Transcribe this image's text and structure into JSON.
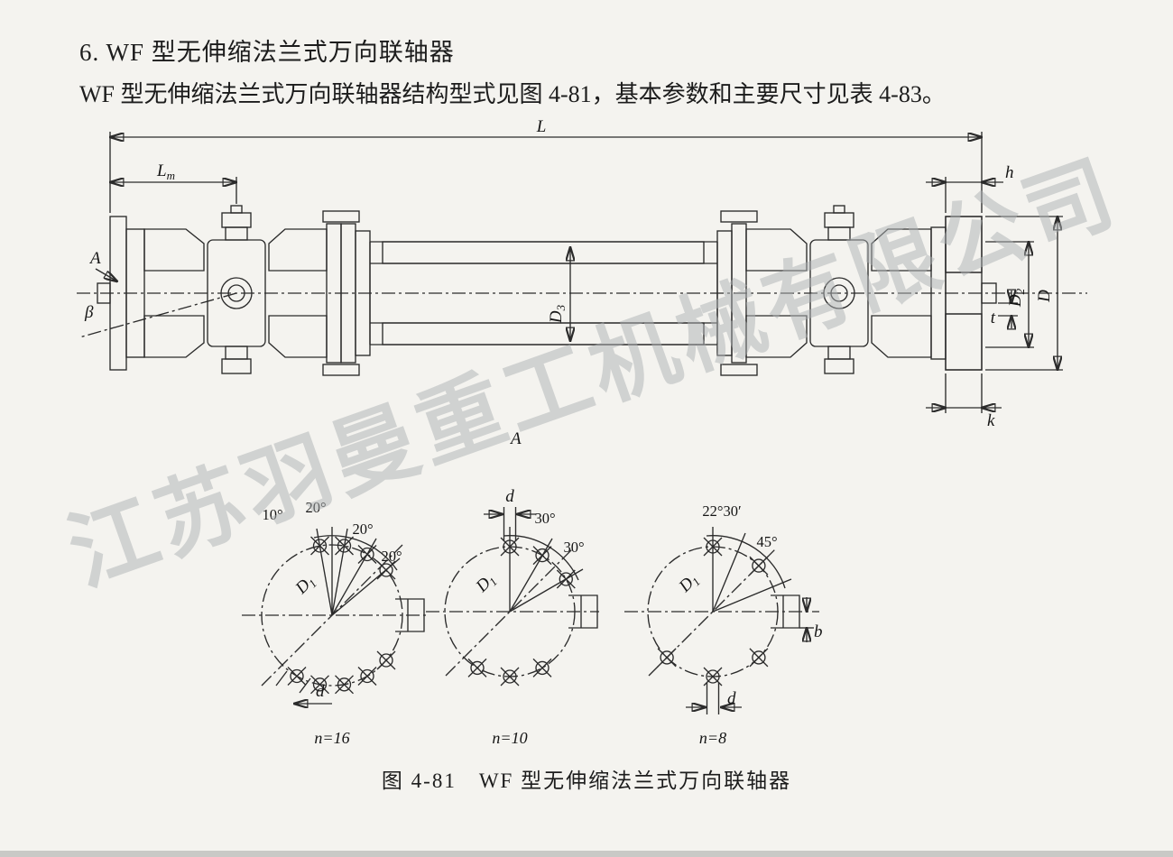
{
  "document": {
    "heading": "6. WF 型无伸缩法兰式万向联轴器",
    "intro": "WF 型无伸缩法兰式万向联轴器结构型式见图 4-81，基本参数和主要尺寸见表 4-83。",
    "caption": "图 4-81　WF 型无伸缩法兰式万向联轴器",
    "watermark": "江苏羽曼重工机械有限公司"
  },
  "figure": {
    "dim_labels": {
      "L": "L",
      "Lm_base": "L",
      "Lm_sub": "m",
      "h": "h",
      "view_a": "A",
      "beta": "β",
      "D3_base": "D",
      "D3_sub": "3",
      "D2_base": "D",
      "D2_sub": "2",
      "D": "D",
      "t": "t",
      "k": "k",
      "section_a": "A"
    },
    "details": [
      {
        "angles": [
          "10°",
          "20°",
          "20°",
          "20°"
        ],
        "D1_base": "D",
        "D1_sub": "1",
        "d": "d",
        "count": "n=16"
      },
      {
        "angles": [
          "30°",
          "30°"
        ],
        "D1_base": "D",
        "D1_sub": "1",
        "d": "d",
        "count": "n=10"
      },
      {
        "angles": [
          "22°30′",
          "45°"
        ],
        "D1_base": "D",
        "D1_sub": "1",
        "d": "d",
        "b": "b",
        "count": "n=8"
      }
    ]
  }
}
